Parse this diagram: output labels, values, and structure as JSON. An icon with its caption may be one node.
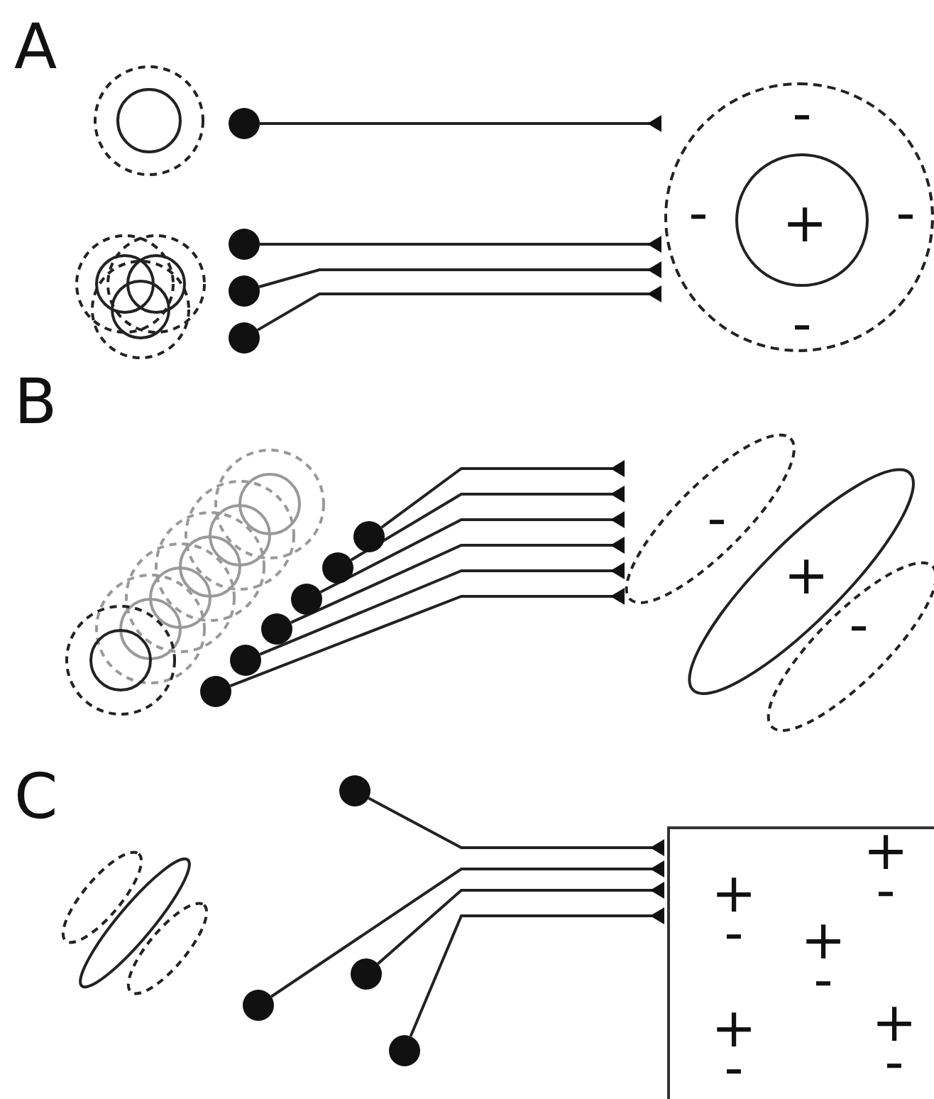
{
  "diagram": {
    "nodes": [
      {
        "text": [],
        "shape": "circle"
      },
      {
        "text": [
          "-",
          "-",
          "-",
          "-"
        ]
      },
      {
        "text": [
          "+"
        ],
        "in": 1
      },
      {
        "text": [],
        "shape": "circle"
      },
      {
        "text": [],
        "shape": "circle"
      },
      {
        "text": [],
        "shape": "circle"
      },
      {
        "text": [],
        "shape": "circle"
      },
      {
        "text": [],
        "shape": "circle"
      },
      {
        "text": [],
        "shape": "circle"
      },
      {
        "text": [],
        "shape": "circle"
      },
      {
        "text": [],
        "shape": "circle"
      },
      {
        "text": [],
        "shape": "circle"
      },
      {
        "text": [
          "-"
        ]
      },
      {
        "text": [
          "+"
        ]
      },
      {
        "text": [
          "-"
        ]
      },
      {
        "text": [],
        "shape": "circle"
      },
      {
        "text": [],
        "shape": "circle"
      },
      {
        "text": [],
        "shape": "circle"
      },
      {
        "text": [],
        "shape": "circle"
      },
      {
        "text": [
          "+",
          "-",
          "+",
          "-",
          "+",
          "-",
          "+",
          "-",
          "+",
          "-"
        ]
      }
    ],
    "edges": [
      {
        "from": 0,
        "to": 1,
        "arrow": "other"
      },
      {
        "from": 3,
        "to": 1,
        "arrow": "other"
      },
      {
        "from": 4,
        "to": 1,
        "arrow": "other"
      },
      {
        "from": 5,
        "to": 1,
        "arrow": "other"
      },
      {
        "from": 6,
        "to": 12,
        "arrow": "other"
      },
      {
        "from": 7,
        "to": 12,
        "arrow": "other"
      },
      {
        "from": 8,
        "to": 12,
        "arrow": "other"
      },
      {
        "from": 9,
        "to": 12,
        "arrow": "other"
      },
      {
        "from": 10,
        "to": 12,
        "arrow": "other"
      },
      {
        "from": 11,
        "to": 12,
        "arrow": "other"
      },
      {
        "from": 15,
        "to": 19,
        "arrow": "other"
      },
      {
        "from": 16,
        "to": 19,
        "arrow": "other"
      },
      {
        "from": 17,
        "to": 19,
        "arrow": "other"
      },
      {
        "from": 18,
        "to": 19,
        "arrow": "other"
      }
    ],
    "labels": [
      "A",
      "B",
      "C"
    ]
  }
}
